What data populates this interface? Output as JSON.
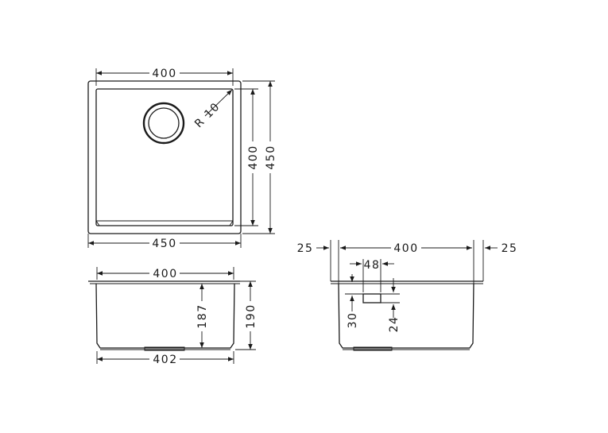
{
  "top_view": {
    "inner_width": "400",
    "outer_width": "450",
    "inner_height": "400",
    "outer_height": "450",
    "radius": "R 10"
  },
  "front_view": {
    "top_width": "400",
    "bottom_width": "402",
    "inner_depth": "187",
    "outer_depth": "190"
  },
  "side_view": {
    "left_flange": "25",
    "width": "400",
    "right_flange": "25",
    "overflow_width": "48",
    "overflow_offset": "30",
    "overflow_height": "24"
  }
}
